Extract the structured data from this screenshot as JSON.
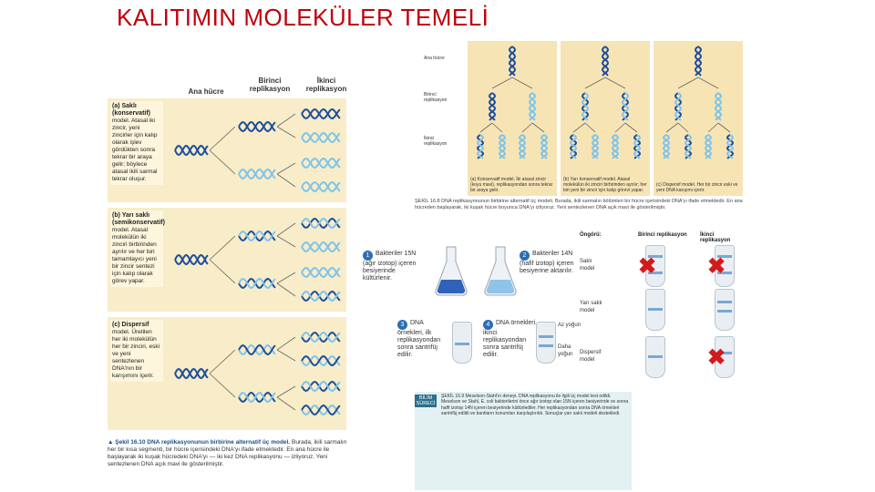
{
  "slide": {
    "title": "KALITIMIN MOLEKÜLER TEMELİ"
  },
  "left_figure": {
    "headers": {
      "parent": "Ana hücre",
      "first": "Birinci replikasyon",
      "second": "İkinci replikasyon"
    },
    "panels": [
      {
        "title": "(a) Saklı (konservatif)",
        "text": "model. Atasal iki zincir, yeni zincirler için kalıp olarak işlev gördükten sonra tekrar bir araya gelir; böylece atasal ikili sarmal tekrar oluşur."
      },
      {
        "title": "(b) Yarı saklı (semikonservatif)",
        "text": "model. Atasal molekülün iki zinciri birbirinden ayrılır ve her biri tamamlayıcı yeni bir zincir sentezi için kalıp olarak görev yapar."
      },
      {
        "title": "(c) Dispersif",
        "text": "model. Üretilen her iki molekülün her bir zinciri, eski ve yeni sentezlenen DNA'nın bir karışımını içerir."
      }
    ],
    "caption_title": "▲ Şekil 16.10 DNA replikasyonunun birbirine alternatif üç model.",
    "caption_text": "Burada, ikili sarmalın her bir kısa segmenti, bir hücre içerisindeki DNA'yı ifade etmektedir. En ana hücre ile başlayarak iki kuşak hücredeki DNA'yı — iki kez DNA replikasyonu — izliyoruz. Yeni sentezlenen DNA açık mavi ile gösterilmiştir."
  },
  "right_top_figure": {
    "row_labels": [
      "Ana hücre",
      "Birinci replikasyon",
      "İkinci replikasyon"
    ],
    "panels": [
      {
        "caption": "(a) Konservatif model. İki atasal zincir (koyu mavi), replikasyondan sonra tekrar bir araya gelir."
      },
      {
        "caption": "(b) Yarı konservatif model. Atasal molekülün iki zinciri birbirinden ayrılır; her biri yeni bir zincir için kalıp görevi yapar."
      },
      {
        "caption": "(c) Dispersif model. Her bir zincir eski ve yeni DNA karışımı içerir."
      }
    ],
    "caption": "ŞEKİL 16.8 DNA replikasyonunun birbirine alternatif üç modeli. Burada, ikili sarmalın bölümleri bir hücre içerisindeki DNA'yı ifade etmektedir. En ana hücreden başlayarak, iki kuşak hücre boyunca DNA'yı izliyoruz. Yeni sentezlenen DNA açık mavi ile gösterilmiştir."
  },
  "right_bottom_figure": {
    "steps": [
      {
        "num": "1",
        "text": "Bakteriler 15N (ağır izotop) içeren besiyerinde kültürlenir."
      },
      {
        "num": "2",
        "text": "Bakteriler 14N (hafif izotop) içeren besiyerine aktarılır."
      },
      {
        "num": "3",
        "text": "DNA örnekleri, ilk replikasyondan sonra santrifüj edilir."
      },
      {
        "num": "4",
        "text": "DNA örnekleri, ikinci replikasyondan sonra santrifüj edilir."
      }
    ],
    "density": {
      "light": "Az yoğun",
      "heavy": "Daha yoğun"
    },
    "columns": {
      "predictions": "Öngörü:",
      "first": "Birinci replikasyon",
      "second": "İkinci replikasyon"
    },
    "models": [
      "Saklı model",
      "Yarı saklı model",
      "Dispersif model"
    ],
    "caption_tag": "BİLİM SÜRECİ",
    "caption": "ŞEKİL 16.9 Meselson-Stahl'ın deneyi. DNA replikasyonu ile ilgili üç model test edildi. Meselson ve Stahl, E. coli bakterilerini önce ağır izotop olan 15N içeren besiyerinde ve sonra hafif izotop 14N içeren besiyerinde kültürlediler. Her replikasyondan sonra DNA örnekleri santrifüj edildi ve bantların konumları karşılaştırıldı. Sonuçlar yarı saklı modeli destekledi."
  },
  "colors": {
    "title": "#c0000c",
    "panel_bg": "#f8edc8",
    "dna_dark": "#1f4e9c",
    "dna_light": "#7fc4ea",
    "x_mark": "#d31a1a"
  }
}
